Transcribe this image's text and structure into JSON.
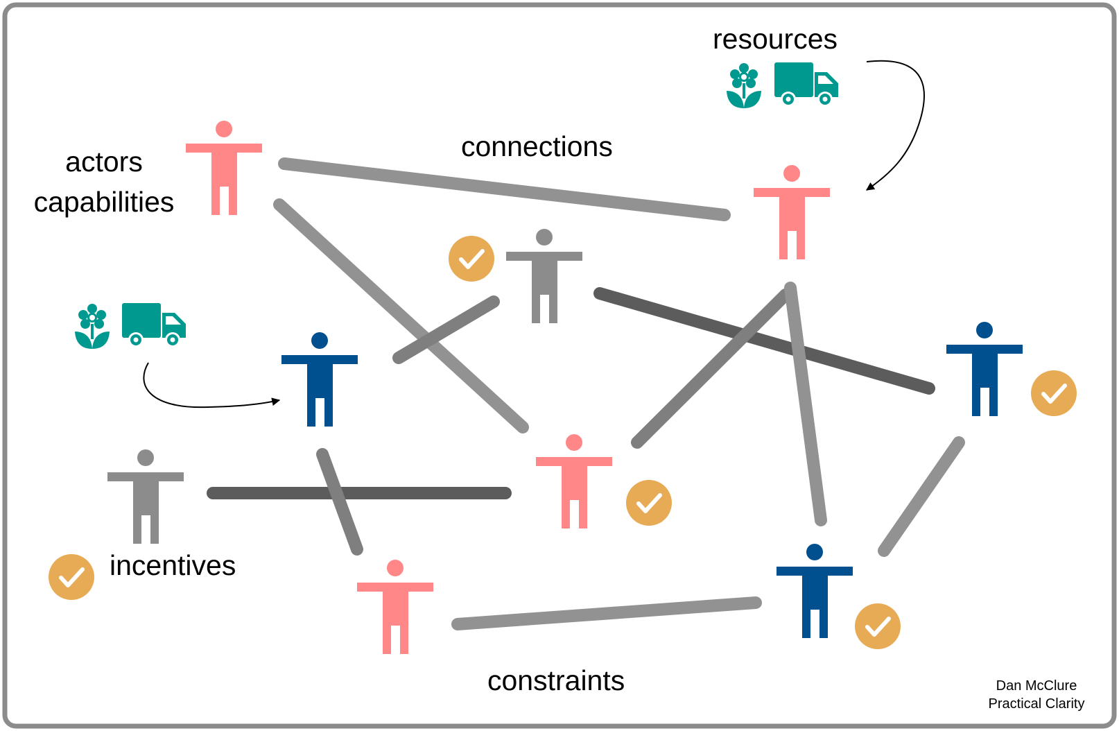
{
  "labels": {
    "actors": "actors",
    "capabilities": "capabilities",
    "connections": "connections",
    "resources": "resources",
    "incentives": "incentives",
    "constraints": "constraints"
  },
  "credit": {
    "line1": "Dan McClure",
    "line2": "Practical Clarity"
  },
  "colors": {
    "frame": "#8c8c8c",
    "actor_pink": "#ff8787",
    "actor_blue": "#00508f",
    "actor_gray": "#8c8c8c",
    "connection_light": "#929292",
    "connection_mid": "#7f7f7f",
    "connection_dark": "#5c5c5c",
    "check_badge": "#e8ab55",
    "resource_teal": "#009990"
  },
  "icons": {
    "actor": "person-icon",
    "incentive": "check-badge-icon",
    "resource_flower": "flower-icon",
    "resource_truck": "truck-icon",
    "flow": "curved-arrow-icon"
  }
}
